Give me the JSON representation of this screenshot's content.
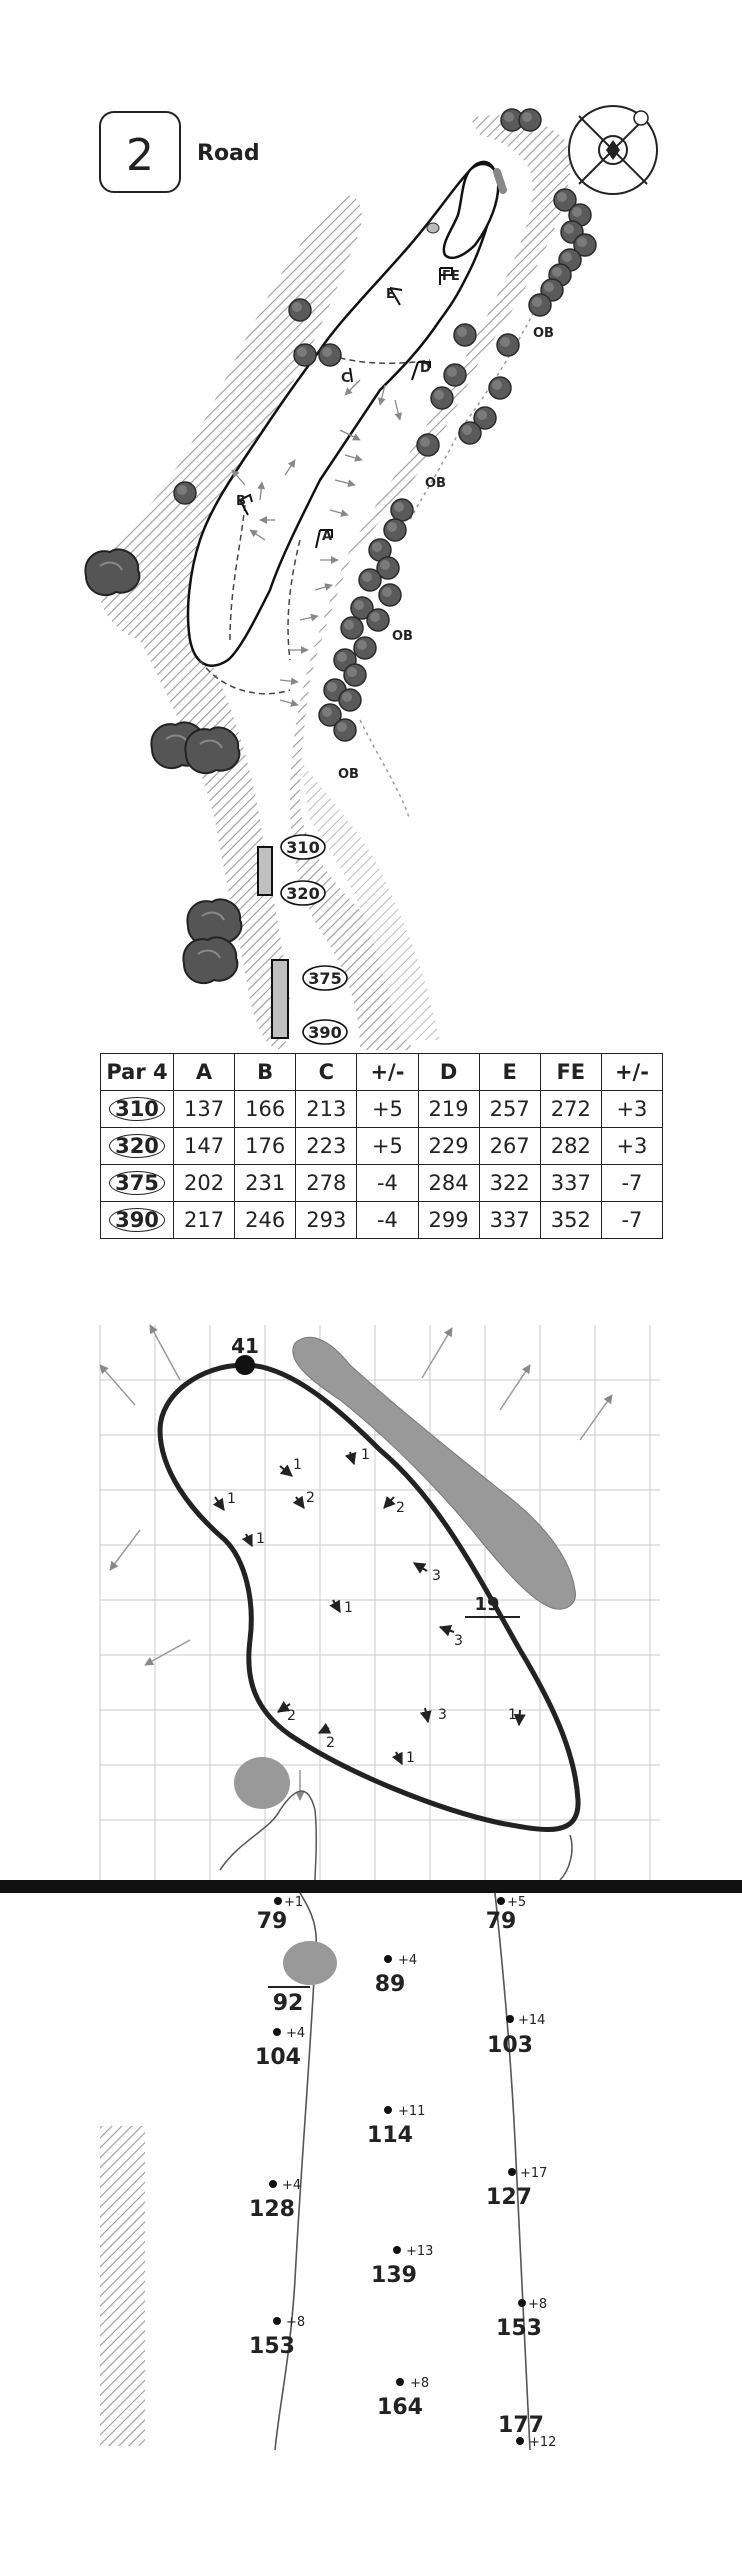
{
  "header": {
    "hole_number": "2",
    "hole_name": "Road"
  },
  "overview": {
    "tee_yardages": [
      "310",
      "320",
      "375",
      "390"
    ],
    "pin_positions": [
      "A",
      "B",
      "C",
      "D",
      "E",
      "FE"
    ],
    "ob_labels": [
      "OB",
      "OB",
      "OB",
      "OB"
    ],
    "compass_icon": "compass-icon",
    "colors": {
      "hazard": "#bbbbbb",
      "tree": "#555555",
      "tee_box": "#c0c0c0",
      "green_outline": "#111111"
    }
  },
  "scorecard": {
    "headers": [
      "Par 4",
      "A",
      "B",
      "C",
      "+/-",
      "D",
      "E",
      "FE",
      "+/-"
    ],
    "rows": [
      [
        "310",
        "137",
        "166",
        "213",
        "+5",
        "219",
        "257",
        "272",
        "+3"
      ],
      [
        "320",
        "147",
        "176",
        "223",
        "+5",
        "229",
        "267",
        "282",
        "+3"
      ],
      [
        "375",
        "202",
        "231",
        "278",
        "-4",
        "284",
        "322",
        "337",
        "-7"
      ],
      [
        "390",
        "217",
        "246",
        "293",
        "-4",
        "299",
        "337",
        "352",
        "-7"
      ]
    ]
  },
  "green_detail": {
    "green_depth": "41",
    "front_mark": "19",
    "slopes": [
      "1",
      "1",
      "1",
      "2",
      "2",
      "1",
      "3",
      "1",
      "3",
      "2",
      "2",
      "3",
      "1",
      "1"
    ]
  },
  "approach": {
    "markers": [
      {
        "distance": "79",
        "elevation": "+1"
      },
      {
        "distance": "79",
        "elevation": "+5"
      },
      {
        "distance": "89",
        "elevation": "+4"
      },
      {
        "distance": "92",
        "elevation": ""
      },
      {
        "distance": "104",
        "elevation": "+4"
      },
      {
        "distance": "103",
        "elevation": "+14"
      },
      {
        "distance": "114",
        "elevation": "+11"
      },
      {
        "distance": "128",
        "elevation": "+4"
      },
      {
        "distance": "127",
        "elevation": "+17"
      },
      {
        "distance": "139",
        "elevation": "+13"
      },
      {
        "distance": "153",
        "elevation": "+8"
      },
      {
        "distance": "153",
        "elevation": "+8"
      },
      {
        "distance": "164",
        "elevation": "+8"
      },
      {
        "distance": "177",
        "elevation": "+12"
      }
    ]
  }
}
